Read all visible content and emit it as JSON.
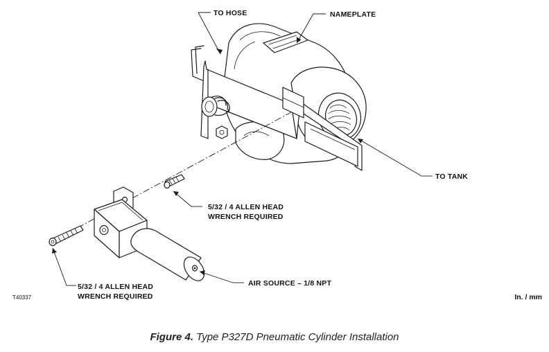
{
  "labels": {
    "to_hose": "TO HOSE",
    "nameplate": "NAMEPLATE",
    "to_tank": "TO TANK",
    "allen_upper_line1": "5/32 / 4 ALLEN HEAD",
    "allen_upper_line2": "WRENCH REQUIRED",
    "allen_lower_line1": "5/32 / 4 ALLEN HEAD",
    "allen_lower_line2": "WRENCH REQUIRED",
    "air_source": "AIR SOURCE – 1/8 NPT",
    "drawing_number": "T40337",
    "units": "In. / mm"
  },
  "caption": {
    "figure": "Figure 4.",
    "title": "Type P327D Pneumatic Cylinder Installation"
  },
  "colors": {
    "line": "#1a1a1a",
    "background": "#ffffff"
  }
}
